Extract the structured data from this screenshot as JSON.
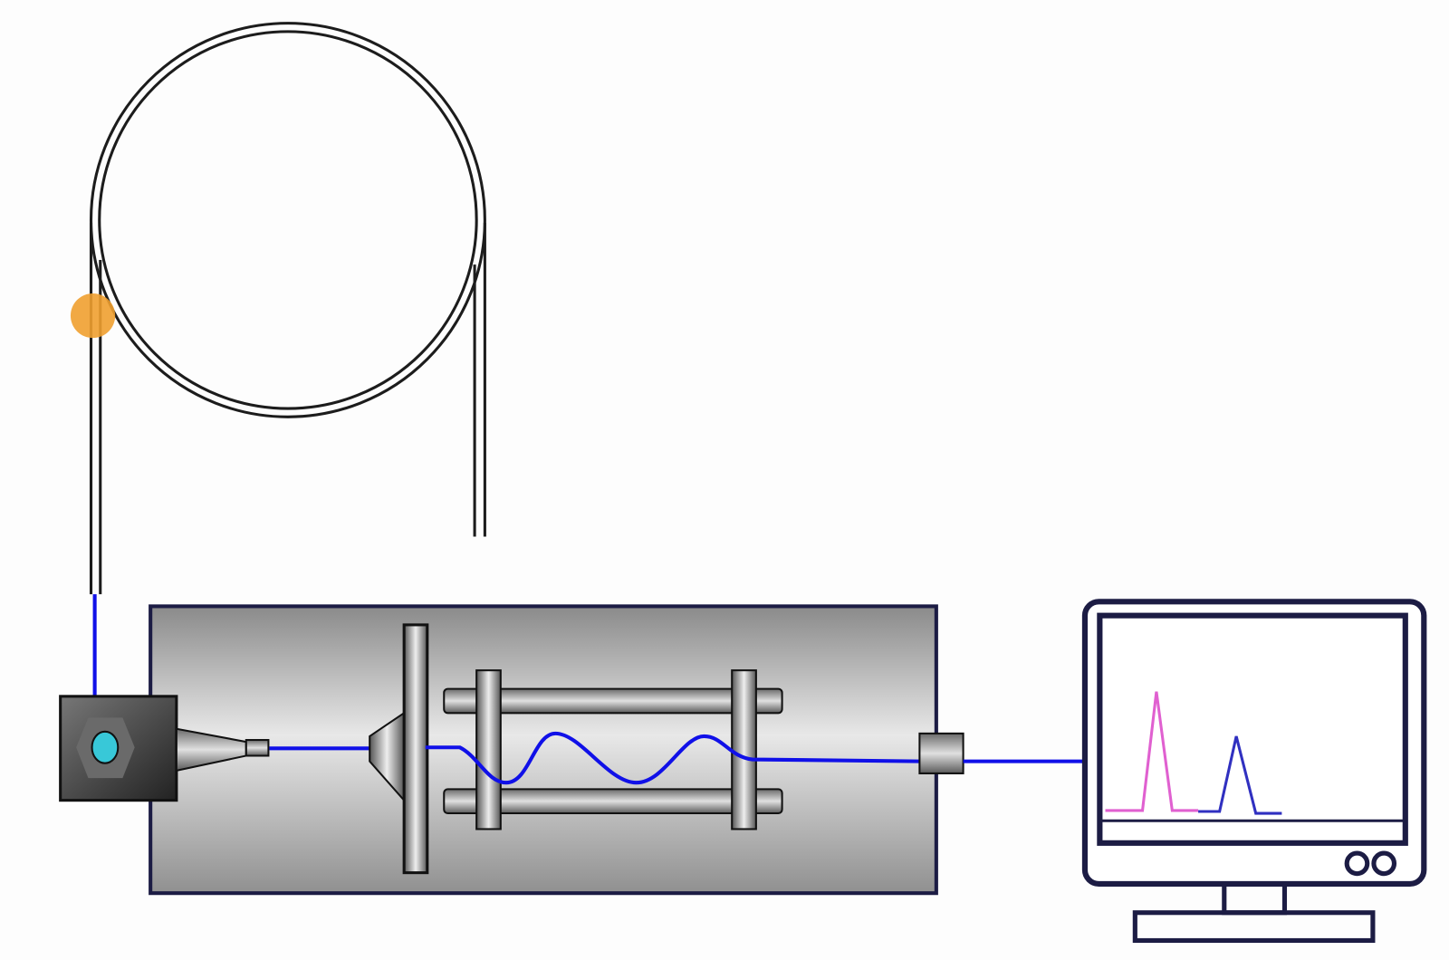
{
  "diagram": {
    "subject": "gc-ms-schematic",
    "colors": {
      "outline": "#1c1c44",
      "flow_line": "#1010e8",
      "sample_dot": "#f0a030",
      "inlet_port": "#38c8d8",
      "peak_1": "#e060d0",
      "peak_2": "#3030c0"
    },
    "chromatogram_peaks": [
      {
        "name": "peak-1",
        "relative_height": 1.0
      },
      {
        "name": "peak-2",
        "relative_height": 0.63
      }
    ]
  }
}
